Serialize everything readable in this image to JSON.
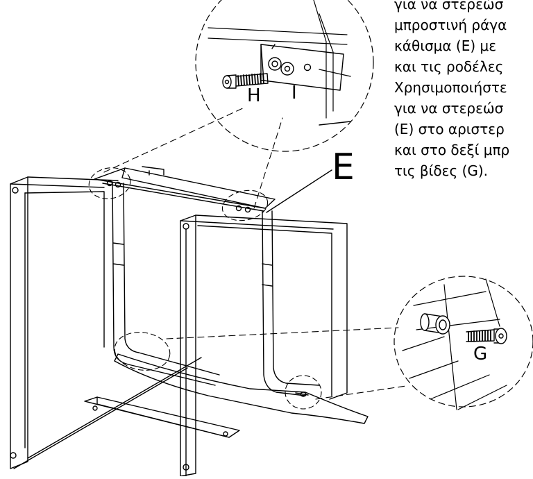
{
  "instructions": {
    "lines": [
      "για να στερεώσ",
      "μπροστινή ράγα",
      "κάθισμα (E) με",
      "και τις ροδέλες",
      "Χρησιμοποιήστε",
      "για να στερεώσ",
      "(E) στο αριστερ",
      "και στο δεξί μπρ",
      "τις βίδες (G)."
    ]
  },
  "labels": {
    "part_e": "E",
    "part_h": "H",
    "part_i": "I",
    "part_g": "G"
  },
  "colors": {
    "line": "#000000",
    "background": "#ffffff"
  }
}
